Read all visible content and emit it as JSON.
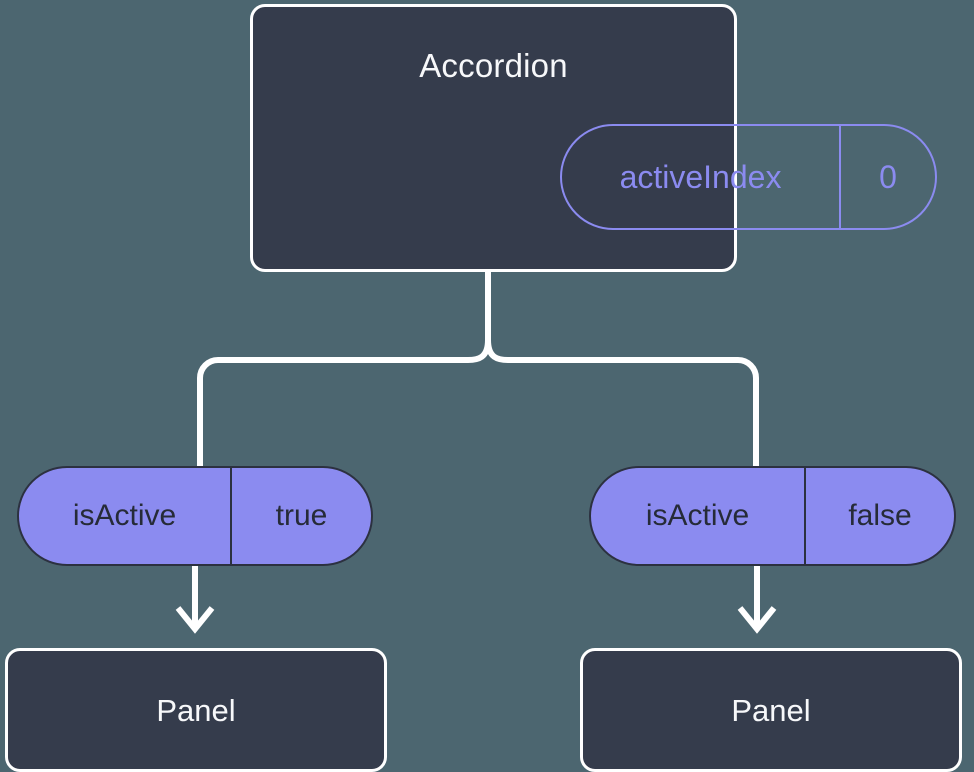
{
  "diagram": {
    "type": "component-tree",
    "background_color": "#4c6670",
    "node_fill": "#353c4c",
    "node_border": "#ffffff",
    "accent_color": "#8b8bf0",
    "connector_color": "#ffffff",
    "root": {
      "title": "Accordion",
      "state_pill": {
        "key": "activeIndex",
        "value": "0"
      }
    },
    "branches": [
      {
        "prop_pill": {
          "key": "isActive",
          "value": "true"
        },
        "child": {
          "title": "Panel"
        }
      },
      {
        "prop_pill": {
          "key": "isActive",
          "value": "false"
        },
        "child": {
          "title": "Panel"
        }
      }
    ]
  }
}
